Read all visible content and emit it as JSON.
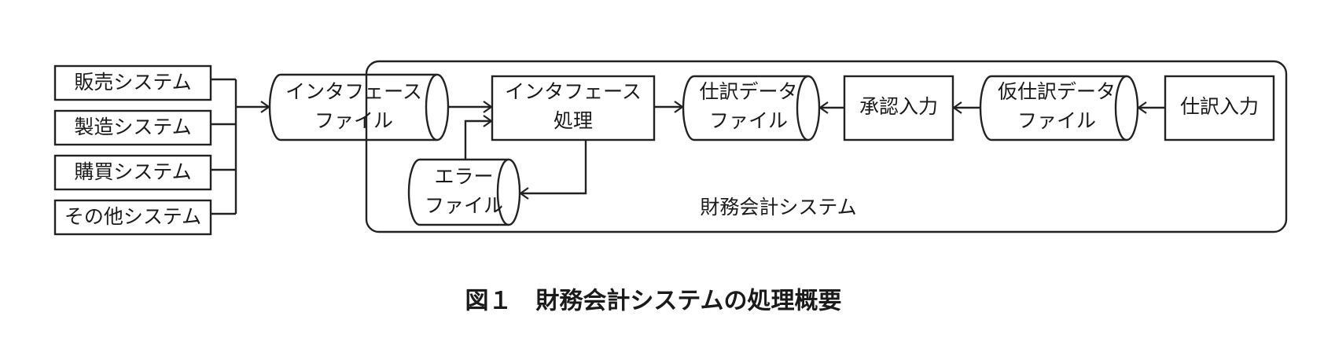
{
  "external_systems": [
    {
      "label": "販売システム"
    },
    {
      "label": "製造システム"
    },
    {
      "label": "購買システム"
    },
    {
      "label": "その他システム"
    }
  ],
  "accounting_system": {
    "label": "財務会計システム",
    "interface_file": {
      "line1": "インタフェース",
      "line2": "ファイル"
    },
    "interface_process": {
      "line1": "インタフェース",
      "line2": "処理"
    },
    "error_file": {
      "line1": "エラー",
      "line2": "ファイル"
    },
    "journal_file": {
      "line1": "仕訳データ",
      "line2": "ファイル"
    },
    "approval_input": {
      "label": "承認入力"
    },
    "temp_journal_file": {
      "line1": "仮仕訳データ",
      "line2": "ファイル"
    },
    "journal_input": {
      "label": "仕訳入力"
    }
  },
  "caption": "図１　財務会計システムの処理概要"
}
